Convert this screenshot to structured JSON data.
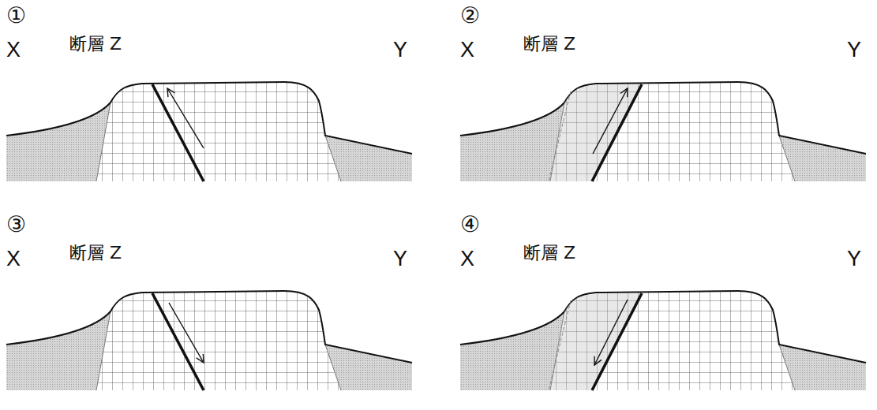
{
  "diagram": {
    "labels": [
      "①",
      "X",
      "断層 Z",
      "Y",
      "②",
      "X",
      "断層 Z",
      "Y",
      "③",
      "X",
      "断層 Z",
      "Y",
      "④",
      "X",
      "断層 Z",
      "Y"
    ]
  }
}
